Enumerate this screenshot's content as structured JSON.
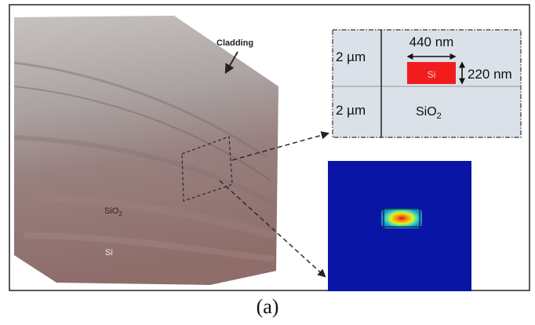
{
  "figure": {
    "caption": "(a)",
    "sem": {
      "cladding_label": "Cladding",
      "sio2_label": {
        "base": "SiO",
        "sub": "2"
      },
      "si_label": "Si"
    },
    "cross_section": {
      "top_height_label": "2 µm",
      "bottom_height_label": "2 µm",
      "width_label": "440 nm",
      "core_height_label": "220 nm",
      "core_label": "Si",
      "substrate_label": {
        "base": "SiO",
        "sub": "2"
      },
      "core_color": "#f11d1d",
      "cladding_color": "#dbe1e9"
    },
    "mode_profile": {
      "background_color": "#0a15a6"
    }
  }
}
